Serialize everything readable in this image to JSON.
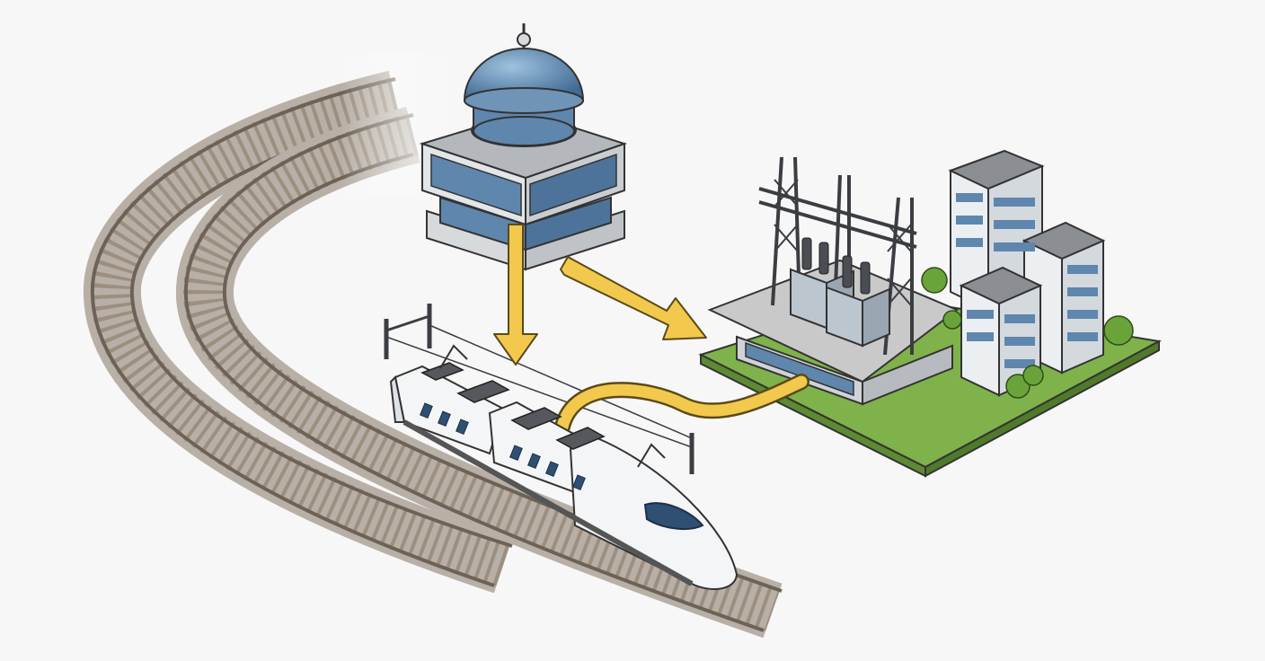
{
  "diagram": {
    "style": "isometric illustration",
    "background": "#f7f7f7",
    "nodes": [
      {
        "id": "control-tower",
        "kind": "control tower with glass dome"
      },
      {
        "id": "substation",
        "kind": "electrical substation with transformers and pylons"
      },
      {
        "id": "city-buildings",
        "kind": "office buildings"
      },
      {
        "id": "train",
        "kind": "high-speed electric train"
      },
      {
        "id": "railway",
        "kind": "curved double railway track"
      },
      {
        "id": "catenary",
        "kind": "overhead catenary wires"
      }
    ],
    "edges": [
      {
        "from": "control-tower",
        "to": "train",
        "shape": "straight arrow"
      },
      {
        "from": "control-tower",
        "to": "substation",
        "shape": "straight arrow"
      },
      {
        "from": "substation",
        "to": "train",
        "shape": "curved band"
      }
    ],
    "colors": {
      "arrow": "#f2c94c",
      "arrow_outline": "#5a4a1a",
      "rail": "#8a7d6e",
      "sleeper": "#9c8f80",
      "ballast": "#b8b0a6",
      "glass": "#5f86ad",
      "building": "#eceff2",
      "concrete": "#c9c9c9",
      "grass": "#7fb24a",
      "train_body": "#f4f5f7",
      "train_window": "#2f4f73",
      "steel": "#4a4d52"
    }
  }
}
